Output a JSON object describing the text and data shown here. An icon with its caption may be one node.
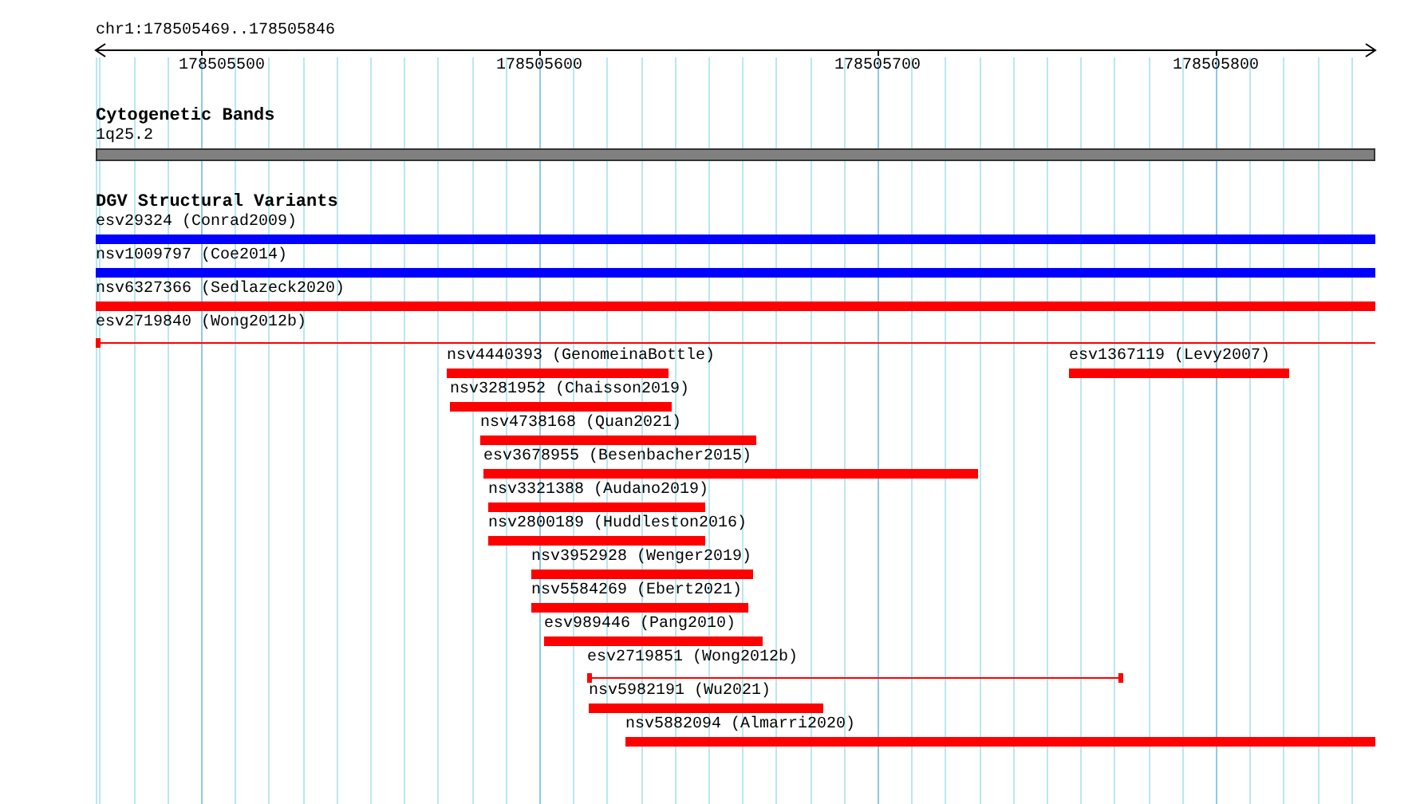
{
  "diagram": {
    "nodes": [
      {
        "text": [
          "1q25.2"
        ]
      },
      {
        "text": [
          "esv29324 (Conrad2009)"
        ]
      },
      {
        "text": [
          "nsv1009797 (Coe2014)"
        ]
      },
      {
        "text": [
          "nsv6327366 (Sedlazeck2020)"
        ]
      },
      {
        "text": [
          "esv2719840 (Wong2012b)"
        ]
      },
      {
        "text": [
          "nsv4440393 (GenomeinaBottle)"
        ]
      },
      {
        "text": [
          "esv1367119 (Levy2007)"
        ]
      },
      {
        "text": [
          "nsv3281952 (Chaisson2019)"
        ]
      },
      {
        "text": [
          "nsv4738168 (Quan2021)"
        ]
      },
      {
        "text": [
          "esv3678955 (Besenbacher2015)"
        ]
      },
      {
        "text": [
          "nsv3321388 (Audano2019)"
        ]
      },
      {
        "text": [
          "nsv2800189 (Huddleston2016)"
        ]
      },
      {
        "text": [
          "nsv3952928 (Wenger2019)"
        ]
      },
      {
        "text": [
          "nsv5584269 (Ebert2021)"
        ]
      },
      {
        "text": [
          "esv989446 (Pang2010)"
        ]
      },
      {
        "text": [
          "esv2719851 (Wong2012b)"
        ]
      },
      {
        "text": [
          "nsv5982191 (Wu2021)"
        ]
      },
      {
        "text": [
          "nsv5882094 (Almarri2020)"
        ]
      }
    ],
    "labels": [
      "chr1:178505469..178505846",
      "178505500",
      "178505600",
      "178505700",
      "178505800",
      "Cytogenetic Bands",
      "DGV Structural Variants"
    ]
  }
}
